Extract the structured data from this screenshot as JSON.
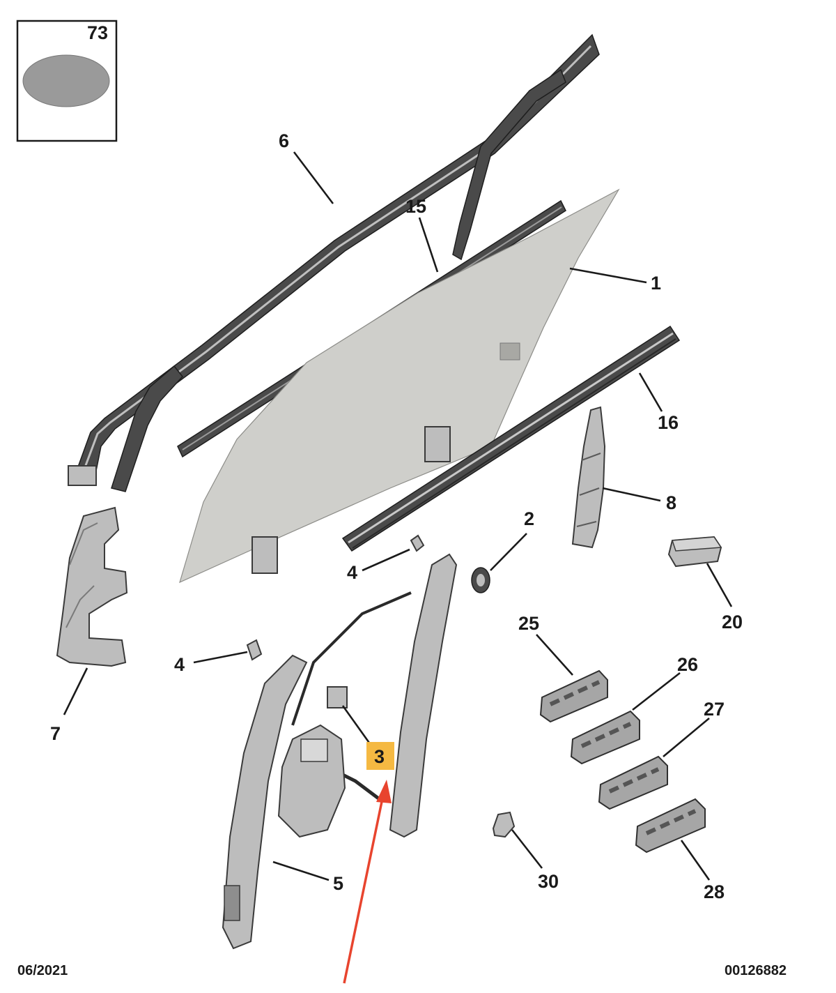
{
  "legend_box": {
    "label": "73",
    "swatch_color": "#9a9a9a"
  },
  "callouts": {
    "c1": "1",
    "c2": "2",
    "c3": "3",
    "c4a": "4",
    "c4b": "4",
    "c5": "5",
    "c6": "6",
    "c7": "7",
    "c8": "8",
    "c15": "15",
    "c16": "16",
    "c20": "20",
    "c25": "25",
    "c26": "26",
    "c27": "27",
    "c28": "28",
    "c30": "30"
  },
  "highlight": {
    "callout": "3",
    "color": "#f5b942",
    "arrow_color": "#e8442e"
  },
  "footer": {
    "date": "06/2021",
    "reference": "00126882"
  }
}
